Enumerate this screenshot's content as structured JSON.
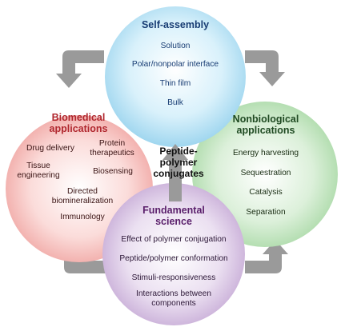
{
  "colors": {
    "top_fill": "#bfe6f7",
    "left_fill": "#f6c4c2",
    "right_fill": "#c5e6c4",
    "bottom_fill": "#dccbe6",
    "arrow_gray": "#9a9a9a"
  },
  "top": {
    "title": "Self-assembly",
    "items": [
      "Solution",
      "Polar/nonpolar interface",
      "Thin film",
      "Bulk"
    ]
  },
  "left": {
    "title": [
      "Biomedical",
      "applications"
    ],
    "items": {
      "drug_delivery": "Drug delivery",
      "protein_therapeutics": [
        "Protein",
        "therapeutics"
      ],
      "tissue_engineering": [
        "Tissue",
        "engineering"
      ],
      "biosensing": "Biosensing",
      "directed_biomineralization": [
        "Directed",
        "biomineralization"
      ],
      "immunology": "Immunology"
    }
  },
  "right": {
    "title": [
      "Nonbiological",
      "applications"
    ],
    "items": [
      "Energy harvesting",
      "Sequestration",
      "Catalysis",
      "Separation"
    ]
  },
  "bottom": {
    "title": [
      "Fundamental",
      "science"
    ],
    "items": [
      "Effect of polymer conjugation",
      "Peptide/polymer conformation",
      "Stimuli-responsiveness",
      [
        "Interactions between",
        "components"
      ]
    ]
  },
  "center": [
    "Peptide-",
    "polymer",
    "conjugates"
  ]
}
